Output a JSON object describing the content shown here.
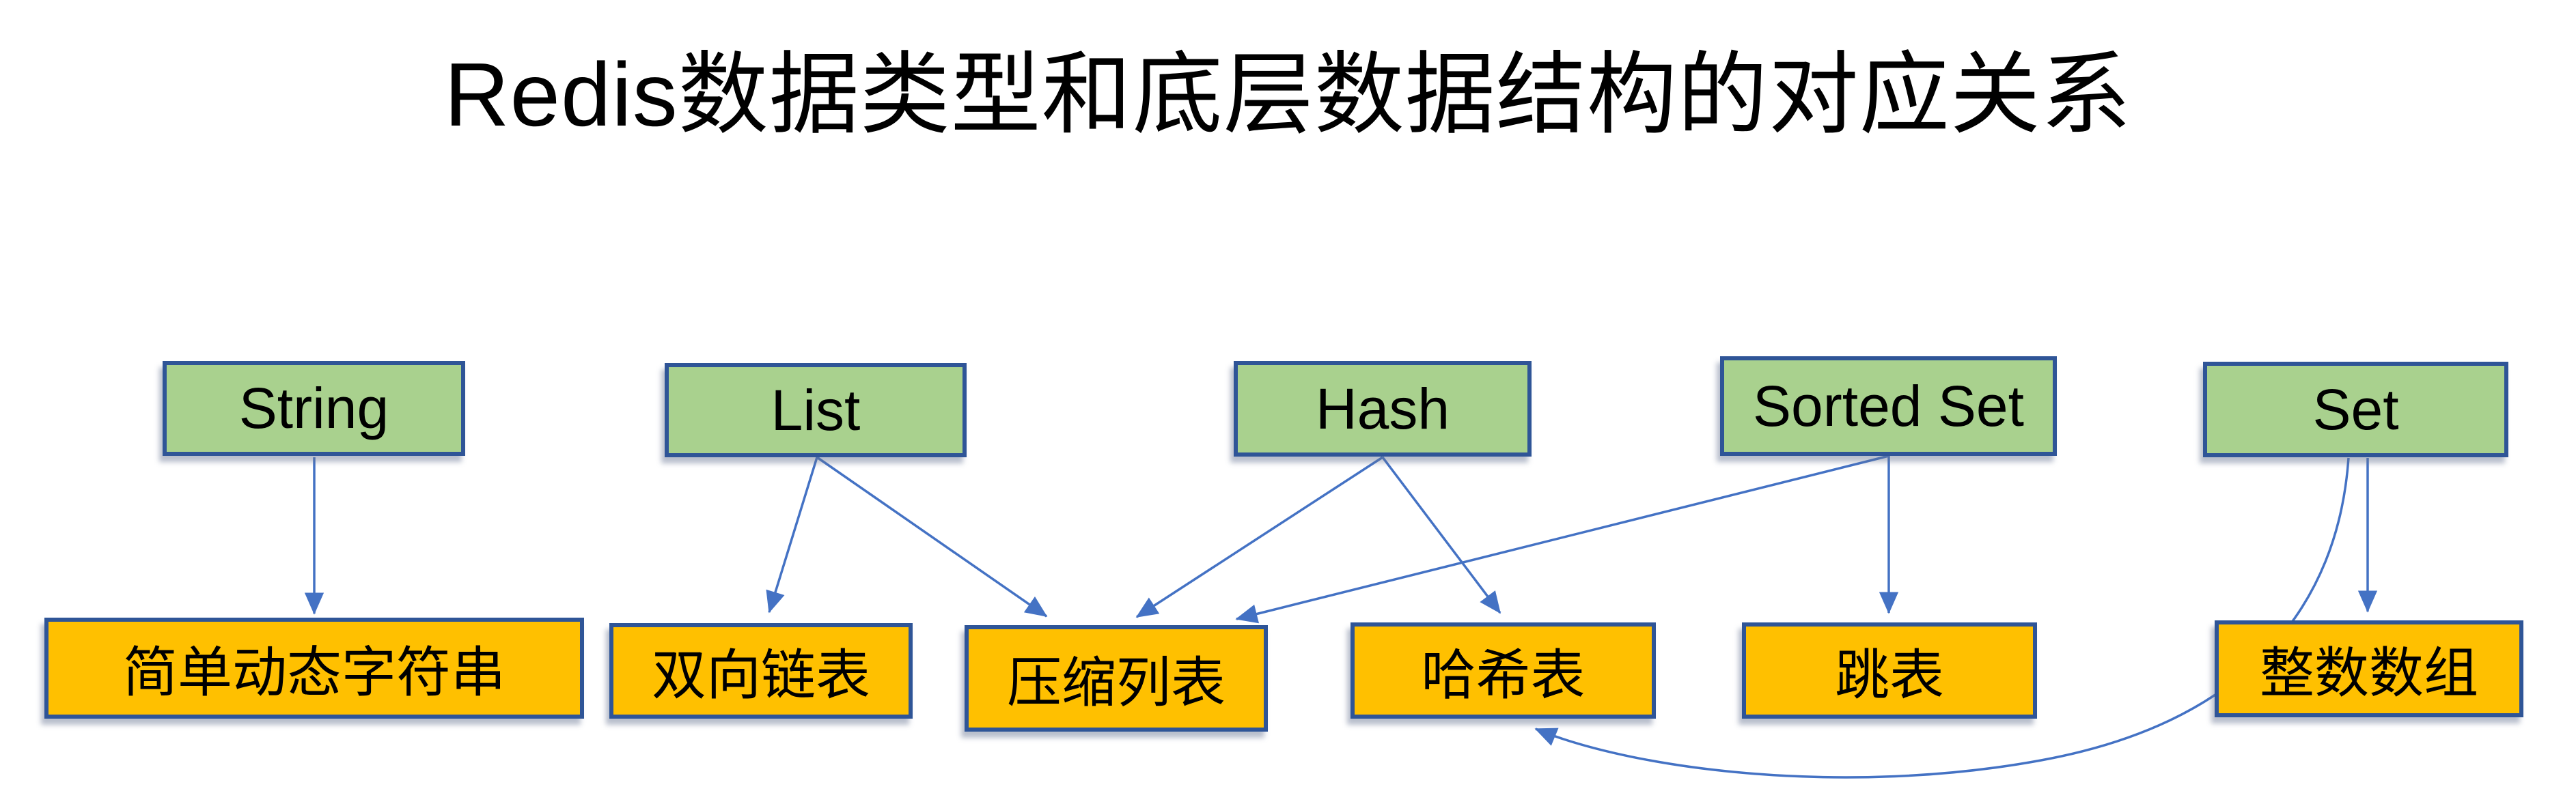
{
  "title": "Redis数据类型和底层数据结构的对应关系",
  "colors": {
    "type_fill": "#a9d18e",
    "structure_fill": "#ffc000",
    "border": "#2f5597",
    "arrow": "#4472c4"
  },
  "data_types": [
    {
      "id": "string",
      "label": "String"
    },
    {
      "id": "list",
      "label": "List"
    },
    {
      "id": "hash",
      "label": "Hash"
    },
    {
      "id": "sorted-set",
      "label": "Sorted Set"
    },
    {
      "id": "set",
      "label": "Set"
    }
  ],
  "data_structures": [
    {
      "id": "sds",
      "label": "简单动态字符串"
    },
    {
      "id": "linkedlist",
      "label": "双向链表"
    },
    {
      "id": "ziplist",
      "label": "压缩列表"
    },
    {
      "id": "hashtable",
      "label": "哈希表"
    },
    {
      "id": "skiplist",
      "label": "跳表"
    },
    {
      "id": "intset",
      "label": "整数数组"
    }
  ],
  "edges": [
    {
      "from": "string",
      "to": "sds",
      "style": "straight"
    },
    {
      "from": "list",
      "to": "linkedlist",
      "style": "straight"
    },
    {
      "from": "list",
      "to": "ziplist",
      "style": "straight"
    },
    {
      "from": "hash",
      "to": "ziplist",
      "style": "straight"
    },
    {
      "from": "hash",
      "to": "hashtable",
      "style": "straight"
    },
    {
      "from": "sorted-set",
      "to": "ziplist",
      "style": "straight"
    },
    {
      "from": "sorted-set",
      "to": "skiplist",
      "style": "straight"
    },
    {
      "from": "set",
      "to": "hashtable",
      "style": "curve"
    },
    {
      "from": "set",
      "to": "intset",
      "style": "straight"
    }
  ]
}
